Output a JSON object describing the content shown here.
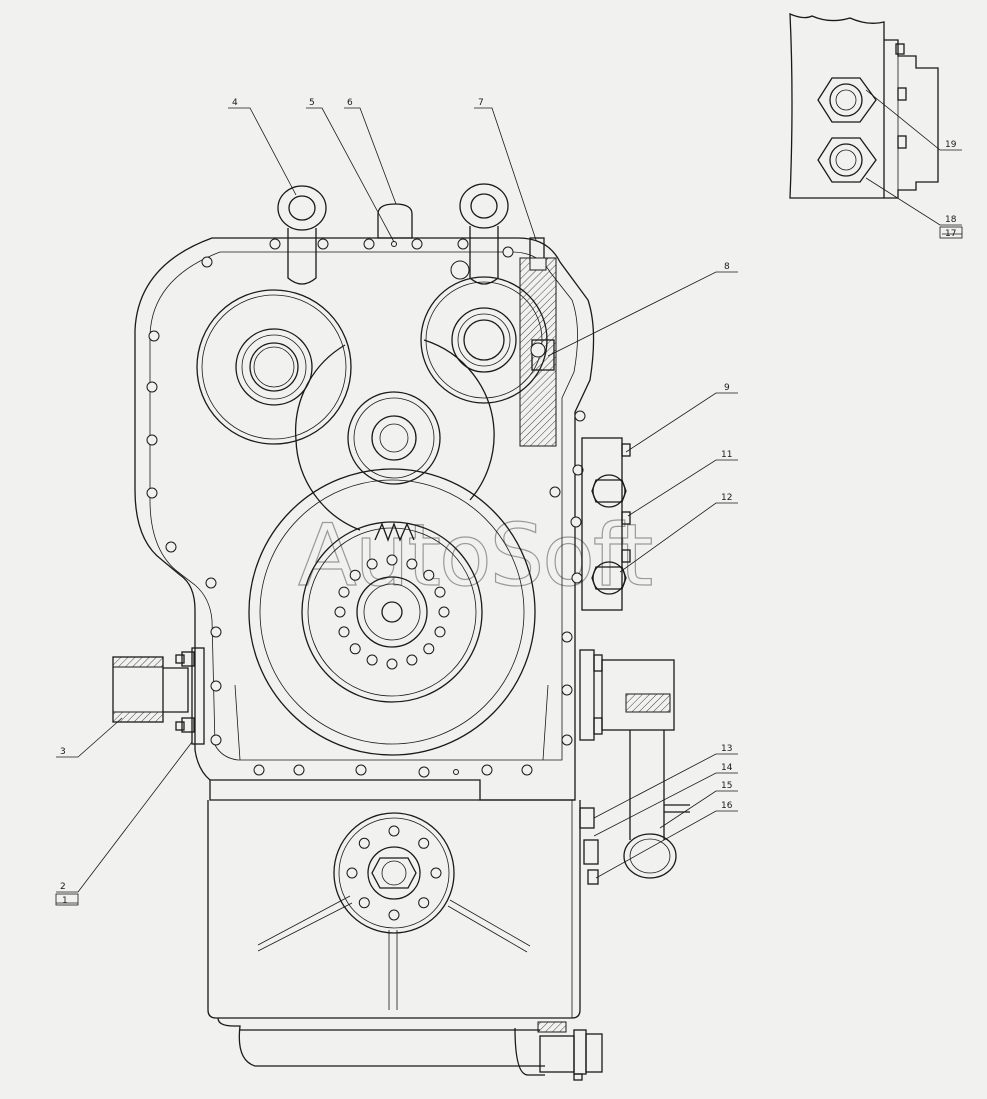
{
  "watermark": "AutoSoft",
  "part_numbers": {
    "p1": "1",
    "p2": "2",
    "p3": "3",
    "p4": "4",
    "p5": "5",
    "p6": "6",
    "p7": "7",
    "p8": "8",
    "p9": "9",
    "p11": "11",
    "p12": "12",
    "p13": "13",
    "p14": "14",
    "p15": "15",
    "p16": "16",
    "p17": "17",
    "p18": "18",
    "p19": "19"
  }
}
